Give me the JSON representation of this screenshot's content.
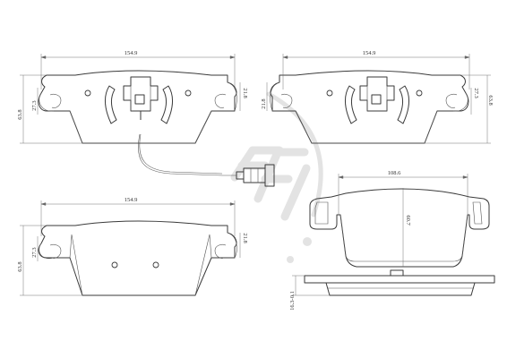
{
  "pad_top_left": {
    "width": "154.9",
    "height": "63.8",
    "ear_height": "27.3",
    "ear_right": "21.8"
  },
  "pad_top_right": {
    "width": "154.9",
    "height": "63.8",
    "ear_height": "27.3",
    "ear_left": "21.8"
  },
  "pad_bottom_left": {
    "width": "154.9",
    "height": "63.8",
    "ear_height": "27.3",
    "ear_right": "21.8"
  },
  "backplate": {
    "width": "108.6",
    "height": "60.7"
  },
  "side_view": {
    "thickness": "16.3-0.1"
  },
  "colors": {
    "line": "#3a3a3a",
    "watermark": "#e3e3e3"
  }
}
